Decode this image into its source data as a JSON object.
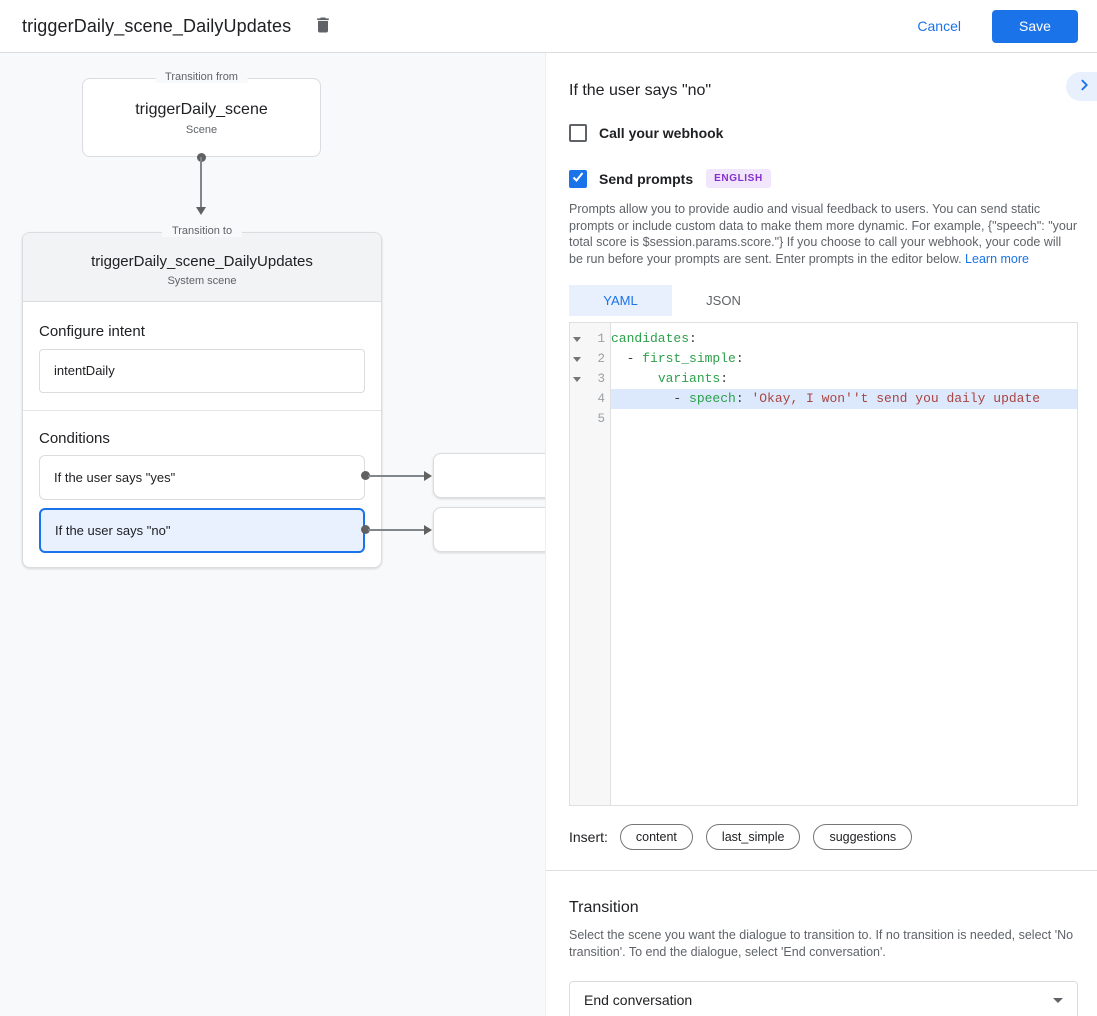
{
  "header": {
    "title": "triggerDaily_scene_DailyUpdates",
    "cancel_label": "Cancel",
    "save_label": "Save"
  },
  "canvas": {
    "transition_from": {
      "label": "Transition from",
      "title": "triggerDaily_scene",
      "subtitle": "Scene"
    },
    "transition_to": {
      "label": "Transition to",
      "title": "triggerDaily_scene_DailyUpdates",
      "subtitle": "System scene",
      "configure_intent_label": "Configure intent",
      "intent_value": "intentDaily",
      "conditions_label": "Conditions",
      "conditions": [
        {
          "label": "If the user says \"yes\"",
          "selected": false
        },
        {
          "label": "If the user says \"no\"",
          "selected": true
        }
      ]
    }
  },
  "panel": {
    "heading": "If the user says \"no\"",
    "webhook_checkbox": {
      "label": "Call your webhook",
      "checked": false
    },
    "prompts_checkbox": {
      "label": "Send prompts",
      "checked": true,
      "badge": "ENGLISH"
    },
    "description": "Prompts allow you to provide audio and visual feedback to users. You can send static prompts or include custom data to make them more dynamic. For example, {\"speech\": \"your total score is $session.params.score.\"} If you choose to call your webhook, your code will be run before your prompts are sent. Enter prompts in the editor below. ",
    "learn_more": "Learn more",
    "tabs": [
      {
        "label": "YAML",
        "active": true
      },
      {
        "label": "JSON",
        "active": false
      }
    ],
    "editor": {
      "lines": [
        {
          "num": "1",
          "fold": true,
          "highlighted": false,
          "tokens": [
            [
              "key",
              "candidates"
            ],
            [
              "p",
              ":"
            ]
          ]
        },
        {
          "num": "2",
          "fold": true,
          "highlighted": false,
          "tokens": [
            [
              "p",
              "  - "
            ],
            [
              "key",
              "first_simple"
            ],
            [
              "p",
              ":"
            ]
          ]
        },
        {
          "num": "3",
          "fold": true,
          "highlighted": false,
          "tokens": [
            [
              "p",
              "      "
            ],
            [
              "key",
              "variants"
            ],
            [
              "p",
              ":"
            ]
          ]
        },
        {
          "num": "4",
          "fold": false,
          "highlighted": true,
          "tokens": [
            [
              "p",
              "        - "
            ],
            [
              "key",
              "speech"
            ],
            [
              "p",
              ": "
            ],
            [
              "str",
              "'Okay, I won''t send you daily update"
            ]
          ]
        },
        {
          "num": "5",
          "fold": false,
          "highlighted": false,
          "tokens": []
        }
      ]
    },
    "insert_label": "Insert:",
    "insert_chips": [
      "content",
      "last_simple",
      "suggestions"
    ],
    "transition": {
      "heading": "Transition",
      "description": "Select the scene you want the dialogue to transition to. If no transition is needed, select 'No transition'. To end the dialogue, select 'End conversation'.",
      "select_value": "End conversation"
    }
  },
  "colors": {
    "accent_blue": "#1a73e8",
    "light_blue_bg": "#e8f0fe",
    "selected_condition_bg": "#e9f1fe",
    "code_key_green": "#2ca04a",
    "code_string_red": "#a94442",
    "badge_purple": "#8430ce",
    "canvas_bg": "#f8f9fa"
  }
}
